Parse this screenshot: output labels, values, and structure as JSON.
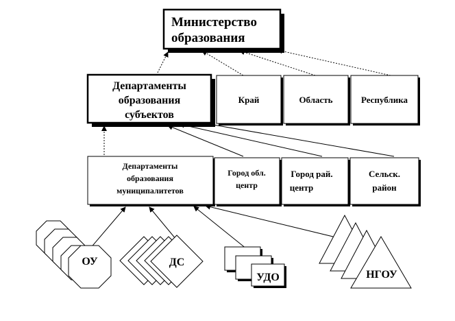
{
  "nodes": {
    "ministry": [
      "Министерство",
      "образования"
    ],
    "dept_subjects": [
      "Департаменты",
      "образования",
      "субъектов"
    ],
    "krai": [
      "Край"
    ],
    "oblast": [
      "Область"
    ],
    "republic": [
      "Республика"
    ],
    "dept_municipal": [
      "Департаменты",
      "образования",
      "муниципалитетов"
    ],
    "city_obl": [
      "Город обл.",
      "центр"
    ],
    "city_rai": [
      "Город рай.",
      "центр"
    ],
    "rural": [
      "Сельск.",
      "район"
    ]
  },
  "groups": {
    "ou": "ОУ",
    "ds": "ДС",
    "udo": "УДО",
    "ngou": "НГОУ"
  }
}
